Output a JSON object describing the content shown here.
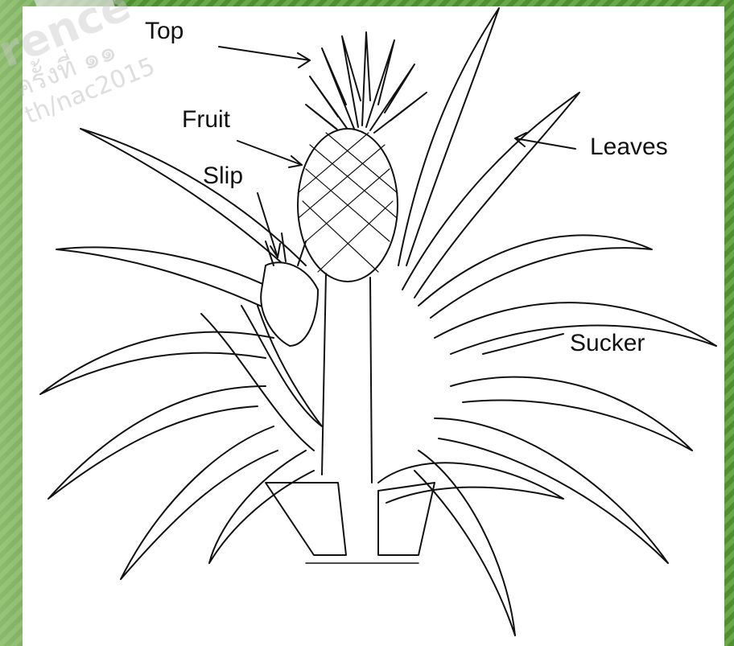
{
  "labels": {
    "top": "Top",
    "fruit": "Fruit",
    "slip": "Slip",
    "leaves": "Leaves",
    "sucker": "Sucker"
  },
  "watermark": {
    "line1": "rence",
    "line2": "ครั้งที่ ๑๑",
    "line3": "th/nac2015"
  },
  "colors": {
    "background_green": "#5a9a3a",
    "panel": "#ffffff",
    "ink": "#111111"
  }
}
